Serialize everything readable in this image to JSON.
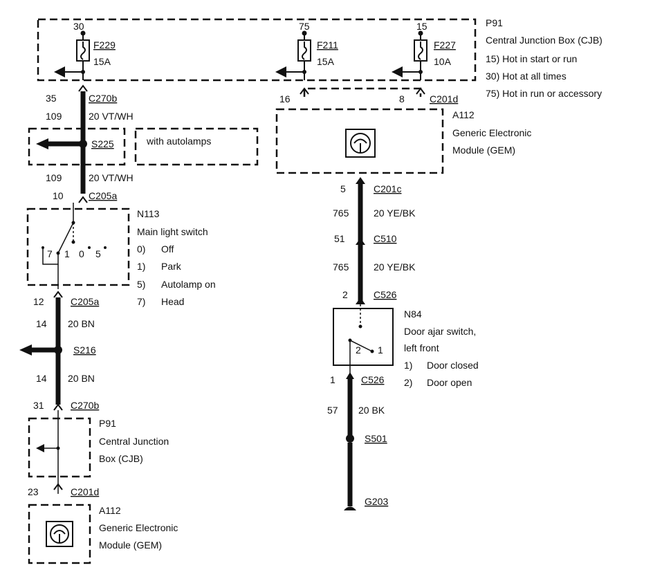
{
  "cjb_top": {
    "id": "P91",
    "name": "Central Junction Box (CJB)",
    "legend": [
      "15)  Hot in start or run",
      "30)  Hot at all times",
      "75)  Hot in run or accessory"
    ],
    "fuses": [
      {
        "feed": "30",
        "label": "F229",
        "rating": "15A"
      },
      {
        "feed": "75",
        "label": "F211",
        "rating": "15A"
      },
      {
        "feed": "15",
        "label": "F227",
        "rating": "10A"
      }
    ]
  },
  "left_circuit": {
    "c270b_top": {
      "pin": "35",
      "label": "C270b"
    },
    "wire1": {
      "circuit": "109",
      "spec": "20 VT/WH"
    },
    "s225": {
      "label": "S225",
      "note": "with autolamps"
    },
    "wire2": {
      "circuit": "109",
      "spec": "20 VT/WH"
    },
    "c205a_top": {
      "pin": "10",
      "label": "C205a"
    },
    "switch": {
      "id": "N113",
      "name": "Main light switch",
      "positions": [
        {
          "key": "0)",
          "text": "Off"
        },
        {
          "key": "1)",
          "text": "Park"
        },
        {
          "key": "5)",
          "text": "Autolamp on"
        },
        {
          "key": "7)",
          "text": "Head"
        }
      ],
      "contacts": {
        "c7": "7",
        "c1": "1",
        "c0": "0",
        "c5": "5"
      }
    },
    "c205a_bottom": {
      "pin": "12",
      "label": "C205a"
    },
    "wire3": {
      "circuit": "14",
      "spec": "20 BN"
    },
    "s216": {
      "label": "S216"
    },
    "wire4": {
      "circuit": "14",
      "spec": "20 BN"
    },
    "c270b_bottom": {
      "pin": "31",
      "label": "C270b"
    },
    "cjb_bottom": {
      "id": "P91",
      "line1": "Central Junction",
      "line2": "Box (CJB)"
    },
    "c201d": {
      "pin": "23",
      "label": "C201d"
    },
    "gem": {
      "id": "A112",
      "line1": "Generic Electronic",
      "line2": "Module (GEM)"
    }
  },
  "right_circuit": {
    "c201d": {
      "pin_left": "16",
      "pin_right": "8",
      "label": "C201d"
    },
    "gem": {
      "id": "A112",
      "line1": "Generic Electronic",
      "line2": "Module (GEM)"
    },
    "c201c": {
      "pin": "5",
      "label": "C201c"
    },
    "wire1": {
      "circuit": "765",
      "spec": "20 YE/BK"
    },
    "c510": {
      "pin": "51",
      "label": "C510"
    },
    "wire2": {
      "circuit": "765",
      "spec": "20 YE/BK"
    },
    "c526_top": {
      "pin": "2",
      "label": "C526"
    },
    "door_switch": {
      "id": "N84",
      "line1": "Door ajar switch,",
      "line2": "left front",
      "states": [
        {
          "key": "1)",
          "text": "Door closed"
        },
        {
          "key": "2)",
          "text": "Door open"
        }
      ],
      "contacts": {
        "c2": "2",
        "c1": "1"
      }
    },
    "c526_bottom": {
      "pin": "1",
      "label": "C526"
    },
    "wire3": {
      "circuit": "57",
      "spec": "20 BK"
    },
    "s501": {
      "label": "S501"
    },
    "g203": {
      "label": "G203"
    }
  }
}
